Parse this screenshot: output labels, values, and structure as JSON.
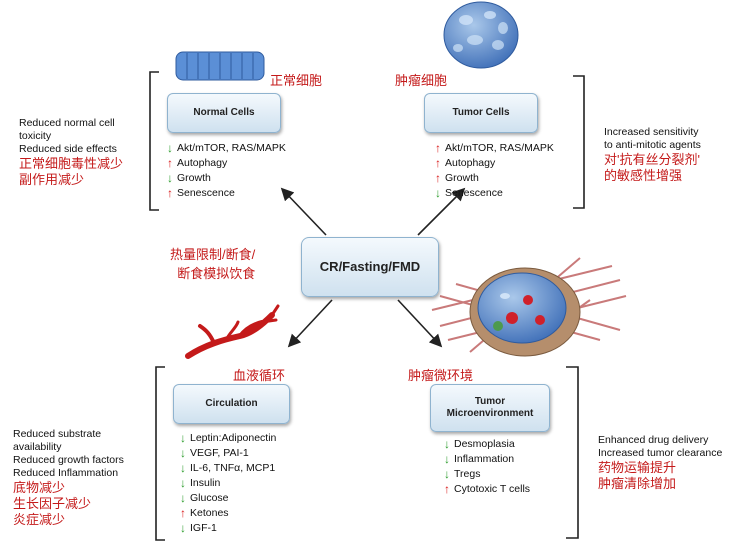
{
  "center": {
    "label": "CR/Fasting/FMD",
    "cn_label": "热量限制/断食/\n断食模拟饮食"
  },
  "normal": {
    "box": "Normal Cells",
    "cn_label": "正常细胞",
    "items": [
      {
        "dir": "down",
        "text": "Akt/mTOR, RAS/MAPK"
      },
      {
        "dir": "up",
        "text": "Autophagy"
      },
      {
        "dir": "down",
        "text": "Growth"
      },
      {
        "dir": "up",
        "text": "Senescence"
      }
    ],
    "note_en": [
      "Reduced normal cell",
      "toxicity",
      "Reduced side effects"
    ],
    "note_cn": [
      "正常细胞毒性减少",
      "副作用减少"
    ]
  },
  "tumor": {
    "box": "Tumor Cells",
    "cn_label": "肿瘤细胞",
    "items": [
      {
        "dir": "up",
        "text": "Akt/mTOR, RAS/MAPK"
      },
      {
        "dir": "up",
        "text": "Autophagy"
      },
      {
        "dir": "up",
        "text": "Growth"
      },
      {
        "dir": "down",
        "text": "Senescence"
      }
    ],
    "note_en": [
      "Increased sensitivity",
      "to anti-mitotic agents"
    ],
    "note_cn": [
      "对'抗有丝分裂剂'",
      "的敏感性增强"
    ]
  },
  "circulation": {
    "box": "Circulation",
    "cn_label": "血液循环",
    "items": [
      {
        "dir": "down",
        "text": "Leptin:Adiponectin"
      },
      {
        "dir": "down",
        "text": "VEGF, PAI-1"
      },
      {
        "dir": "down",
        "text": "IL-6, TNFα, MCP1"
      },
      {
        "dir": "down",
        "text": "Insulin"
      },
      {
        "dir": "down",
        "text": "Glucose"
      },
      {
        "dir": "up",
        "text": "Ketones"
      },
      {
        "dir": "down",
        "text": "IGF-1"
      }
    ],
    "note_en": [
      "Reduced substrate",
      "availability",
      "Reduced growth factors",
      "Reduced Inflammation"
    ],
    "note_cn": [
      "底物减少",
      "生长因子减少",
      "炎症减少"
    ]
  },
  "micro": {
    "box": "Tumor\nMicroenvironment",
    "cn_label": "肿瘤微环境",
    "items": [
      {
        "dir": "down",
        "text": "Desmoplasia"
      },
      {
        "dir": "down",
        "text": "Inflammation"
      },
      {
        "dir": "down",
        "text": "Tregs"
      },
      {
        "dir": "up",
        "text": "Cytotoxic T cells"
      }
    ],
    "note_en": [
      "Enhanced drug delivery",
      "Increased tumor clearance"
    ],
    "note_cn": [
      "药物运输提升",
      "肿瘤清除增加"
    ]
  },
  "colors": {
    "accent_red": "#c41a1a",
    "down_green": "#2e9e2e",
    "up_red": "#d81b1b",
    "box_border": "#8fb3cf"
  },
  "icons": {
    "down": "↓",
    "up": "↑"
  }
}
